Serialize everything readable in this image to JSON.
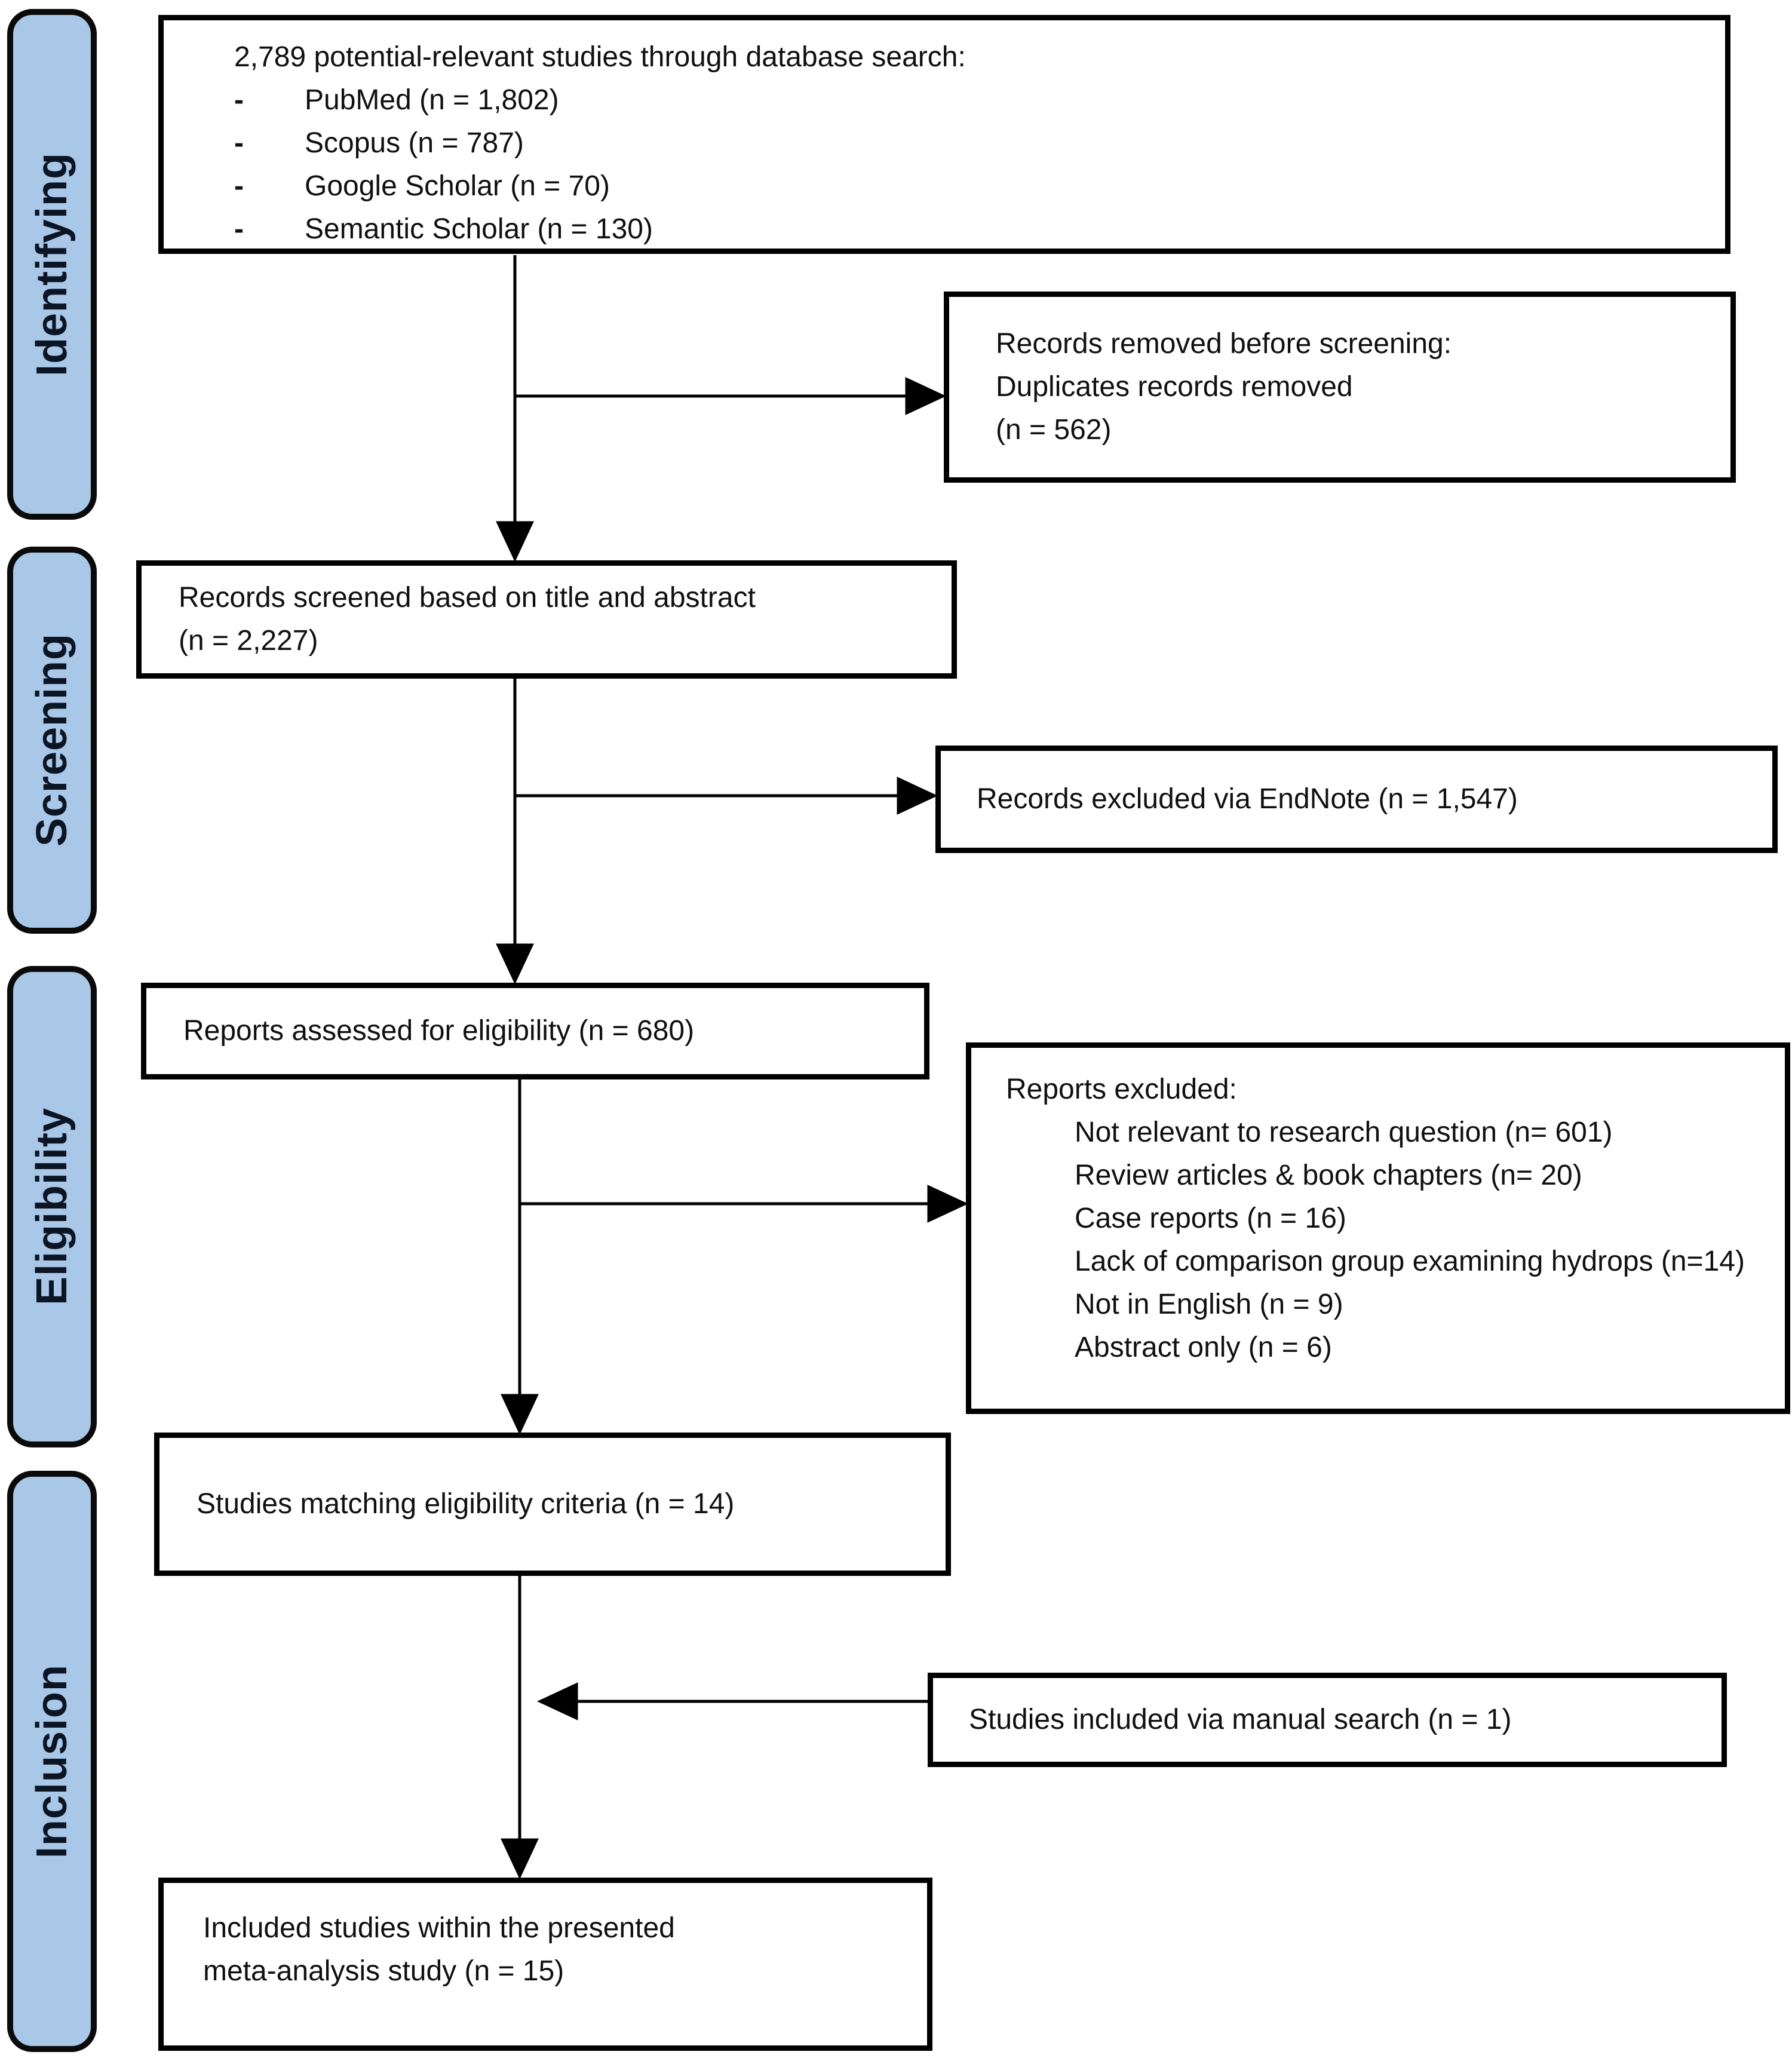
{
  "diagram": {
    "stages": [
      {
        "label": "Identifying"
      },
      {
        "label": "Screening"
      },
      {
        "label": "Eligibility"
      },
      {
        "label": "Inclusion"
      }
    ],
    "boxes": {
      "identification": {
        "title": "2,789 potential-relevant studies through database search:",
        "bullet": "-",
        "items": [
          "PubMed (n = 1,802)",
          "Scopus (n = 787)",
          "Google Scholar (n = 70)",
          "Semantic Scholar (n = 130)"
        ]
      },
      "records_removed": {
        "lines": [
          "Records removed before screening:",
          "Duplicates records removed",
          "(n = 562)"
        ]
      },
      "records_screened": {
        "lines": [
          "Records screened based on title and abstract",
          "(n = 2,227)"
        ]
      },
      "records_excluded": {
        "text": "Records excluded via EndNote (n = 1,547)"
      },
      "reports_assessed": {
        "text": "Reports assessed for eligibility (n = 680)"
      },
      "reports_excluded": {
        "title": "Reports excluded:",
        "items": [
          "Not relevant to research question (n= 601)",
          "Review articles & book chapters (n= 20)",
          "Case reports (n = 16)",
          "Lack of comparison group examining hydrops (n=14)",
          "Not in English (n = 9)",
          "Abstract only (n = 6)"
        ]
      },
      "studies_matching": {
        "text": "Studies matching eligibility criteria (n = 14)"
      },
      "manual_search": {
        "text": "Studies included via manual search (n = 1)"
      },
      "included_studies": {
        "lines": [
          "Included studies within the presented",
          "meta-analysis study (n = 15)"
        ]
      }
    },
    "colors": {
      "stage_fill": "#A9C7E7",
      "box_border": "#000000",
      "arrow": "#000000",
      "background": "#FFFFFF"
    }
  }
}
